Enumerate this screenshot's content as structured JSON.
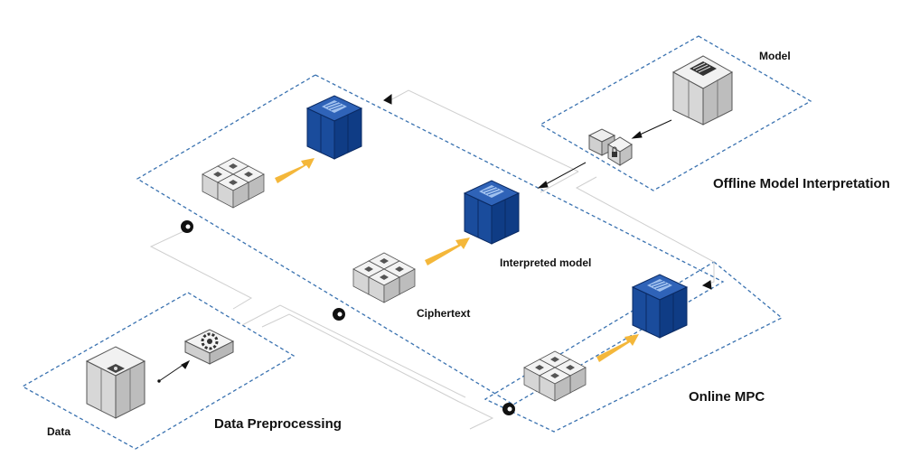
{
  "labels": {
    "model": "Model",
    "offline": "Offline Model Interpretation",
    "interpreted": "Interpreted model",
    "ciphertext": "Ciphertext",
    "online": "Online MPC",
    "data": "Data",
    "preprocessing": "Data Preprocessing"
  },
  "icons": {
    "server": "server-rack-icon",
    "lock": "encryption-lock-icon",
    "gear": "gear-processor-icon",
    "cluster": "storage-cluster-icon",
    "model": "encrypted-model-icon",
    "connector": "link-node-icon"
  },
  "colors": {
    "region_border": "#3a72b0",
    "model_blue": "#12479a",
    "arrow_orange": "#f4b73a",
    "connector_line": "#c8c8c8",
    "node_gray": "#d6d6d6"
  }
}
